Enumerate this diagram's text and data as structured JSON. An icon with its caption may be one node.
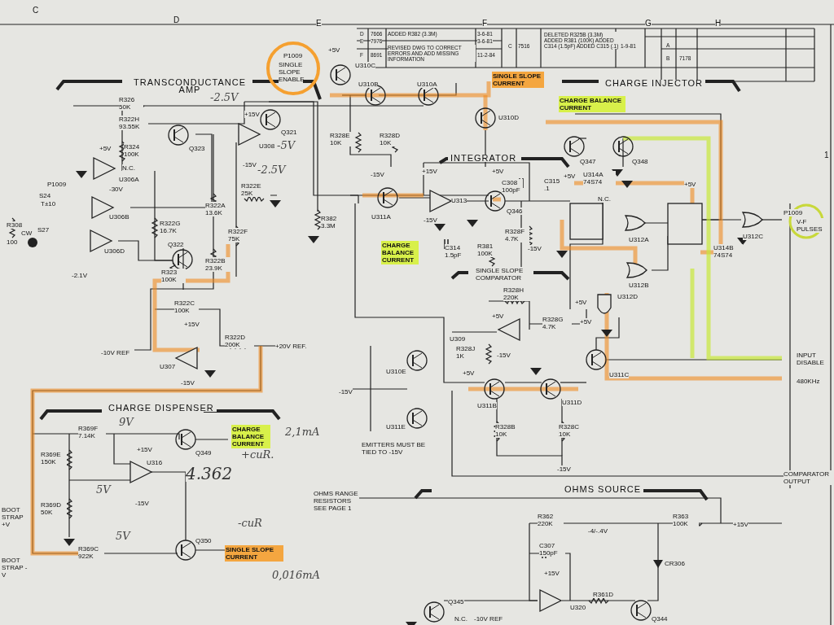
{
  "diagram": {
    "labels": [
      "C",
      "D",
      "E",
      "F",
      "G",
      "H",
      "D",
      "7666",
      "ADDED R382 (3.3M)",
      "3-6-81",
      "E",
      "7976",
      "3-6-81",
      "F",
      "8691",
      "REVISED DWG TO CORRECT ERRORS AND ADD MISSING INFORMATION",
      "11-2-84",
      "C",
      "7516",
      "DELETED R325B (3.3M) ADDED R381 (100K) ADDED C314 (1.5pF) ADDED C315 (.1)",
      "1-9-81",
      "A",
      "B",
      "7178",
      "+5V",
      "P1009",
      "SINGLE SLOPE ENABLE",
      "U310C",
      "TRANSCONDUCTANCE AMP",
      "U310B",
      "U310A",
      "SINGLE SLOPE CURRENT",
      "CHARGE INJECTOR",
      "U310D",
      "R328E 10K",
      "R328D 10K",
      "-15V",
      "CHARGE BALANCE CURRENT",
      "INTEGRATOR",
      "Q347",
      "Q348",
      "R326 50K",
      "R322H 93.55K",
      "R324 100K",
      "Q323",
      "+15V",
      "U308",
      "Q321",
      "-15V",
      "-2.5V",
      "-5V",
      "-2.5V",
      "+5V",
      "N.C.",
      "U306A",
      "-30V",
      "P1009",
      "S24",
      "T±10",
      "U306B",
      "S27",
      "U306D",
      "-2.1V",
      "R308",
      "100",
      "CW",
      "R322E 25K",
      "R322A 13.6K",
      "R322G 16.7K",
      "R322F 75K",
      "Q322",
      "R322B 23.9K",
      "R323 100K",
      "R382 3.3M",
      "U311A",
      "+15V",
      "U313",
      "-15V",
      "+5V",
      "C308 100pF",
      "Q346",
      "C315 .1",
      "+5V",
      "U314A 74S74",
      "N.C.",
      "CHARGE BALANCE CURRENT",
      "C314 1.5pF",
      "R381 100K",
      "R328F 4.7K",
      "-15V",
      "SINGLE SLOPE COMPARATOR",
      "U312A",
      "+5V",
      "U312B",
      "U314B 74S74",
      "U312C",
      "P1009",
      "V-F PULSES",
      "R328H 220K",
      "U312D",
      "+5V",
      "+5V",
      "R328G 4.7K",
      "+5V",
      "U309",
      "-15V",
      "R328J 1K",
      "+5V",
      "U311B",
      "U311D",
      "U311C",
      "R328B 10K",
      "R328C 10K",
      "-15V",
      "INPUT DISABLE",
      "480KHz",
      "COMPARATOR OUTPUT",
      "U310E",
      "U311E",
      "-15V",
      "EMITTERS MUST BE TIED TO -15V",
      "R322C 100K",
      "+15V",
      "-10V REF",
      "U307",
      "-15V",
      "R322D 200K",
      "+20V REF.",
      "CHARGE DISPENSER",
      "R369F 7.14K",
      "9V",
      "R369E 150K",
      "+15V",
      "U316",
      "Q349",
      "CHARGE BALANCE CURRENT",
      "2,1mA",
      "+cuR.",
      "4.362",
      "5V",
      "-15V",
      "R369D 50K",
      "BOOT STRAP +V",
      "-cuR",
      "Q350",
      "SINGLE SLOPE CURRENT",
      "5V",
      "R369C 922K",
      "BOOT STRAP -V",
      "0,016mA",
      "OHMS SOURCE",
      "OHMS RANGE RESISTORS SEE PAGE 1",
      "R362 220K",
      "-4/-.4V",
      "R363 100K",
      "+15V",
      "C307 150pF",
      "CR306",
      "+15V",
      "Q345",
      "N.C.",
      "-10V REF",
      "U320",
      "R361D",
      "Q344",
      "1"
    ]
  }
}
